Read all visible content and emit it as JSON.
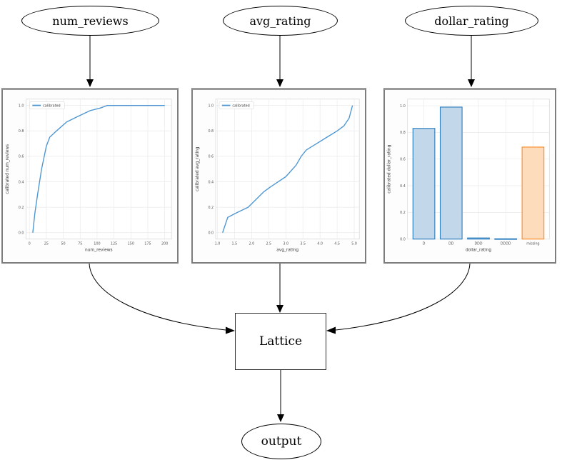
{
  "nodes": {
    "num_reviews": "num_reviews",
    "avg_rating": "avg_rating",
    "dollar_rating": "dollar_rating",
    "lattice": "Lattice",
    "output": "output"
  },
  "colors": {
    "edge": "#000000",
    "line_blue": "#4d96d2",
    "grid": "#eaeaea",
    "spine": "#d9d9d9",
    "tick_text": "#555555",
    "label_text": "#3c3c3c",
    "legend_border": "#dddddd",
    "bar": {
      "blue": {
        "fill": "#c3d7ea",
        "edge": "#2d7fc0"
      },
      "orange": {
        "fill": "#fddcbc",
        "edge": "#fd8d27"
      }
    }
  },
  "chart_data": [
    {
      "type": "line",
      "title": "",
      "xlabel": "num_reviews",
      "ylabel": "calibrated num_reviews",
      "legend": [
        "calibrated"
      ],
      "legend_position": "upper left",
      "grid": true,
      "xlim": [
        -5,
        210
      ],
      "ylim": [
        -0.05,
        1.05
      ],
      "x_ticks": [
        "0",
        "25",
        "50",
        "75",
        "100",
        "125",
        "150",
        "175",
        "200"
      ],
      "y_ticks": [
        "0.0",
        "0.2",
        "0.4",
        "0.6",
        "0.8",
        "1.0"
      ],
      "points": [
        [
          5,
          0.0
        ],
        [
          8,
          0.15
        ],
        [
          12,
          0.3
        ],
        [
          18,
          0.5
        ],
        [
          25,
          0.68
        ],
        [
          30,
          0.75
        ],
        [
          40,
          0.8
        ],
        [
          55,
          0.87
        ],
        [
          70,
          0.91
        ],
        [
          90,
          0.96
        ],
        [
          105,
          0.98
        ],
        [
          115,
          1.0
        ],
        [
          200,
          1.0
        ]
      ]
    },
    {
      "type": "line",
      "title": "",
      "xlabel": "avg_rating",
      "ylabel": "calibrated avg_rating",
      "legend": [
        "calibrated"
      ],
      "legend_position": "upper left",
      "grid": true,
      "xlim": [
        0.95,
        5.15
      ],
      "ylim": [
        -0.05,
        1.05
      ],
      "x_ticks": [
        "1.0",
        "1.5",
        "2.0",
        "2.5",
        "3.0",
        "3.5",
        "4.0",
        "4.5",
        "5.0"
      ],
      "y_ticks": [
        "0.0",
        "0.2",
        "0.4",
        "0.6",
        "0.8",
        "1.0"
      ],
      "points": [
        [
          1.15,
          0.0
        ],
        [
          1.3,
          0.12
        ],
        [
          1.55,
          0.155
        ],
        [
          1.9,
          0.2
        ],
        [
          2.05,
          0.24
        ],
        [
          2.35,
          0.32
        ],
        [
          2.55,
          0.36
        ],
        [
          3.0,
          0.44
        ],
        [
          3.3,
          0.53
        ],
        [
          3.45,
          0.6
        ],
        [
          3.6,
          0.65
        ],
        [
          3.9,
          0.7
        ],
        [
          4.2,
          0.75
        ],
        [
          4.5,
          0.8
        ],
        [
          4.7,
          0.84
        ],
        [
          4.85,
          0.9
        ],
        [
          4.95,
          1.0
        ]
      ]
    },
    {
      "type": "bar",
      "title": "",
      "xlabel": "dollar_rating",
      "ylabel": "calibrated dollar_rating",
      "grid": true,
      "categories": [
        "D",
        "DD",
        "DDD",
        "DDDD",
        "missing"
      ],
      "values": [
        0.83,
        0.99,
        0.008,
        0.002,
        0.69
      ],
      "bar_styles": [
        "blue",
        "blue",
        "blue",
        "blue",
        "orange"
      ],
      "xlim": [
        -0.6,
        4.6
      ],
      "ylim": [
        0,
        1.05
      ],
      "y_ticks": [
        "0.0",
        "0.2",
        "0.4",
        "0.6",
        "0.8",
        "1.0"
      ]
    }
  ]
}
